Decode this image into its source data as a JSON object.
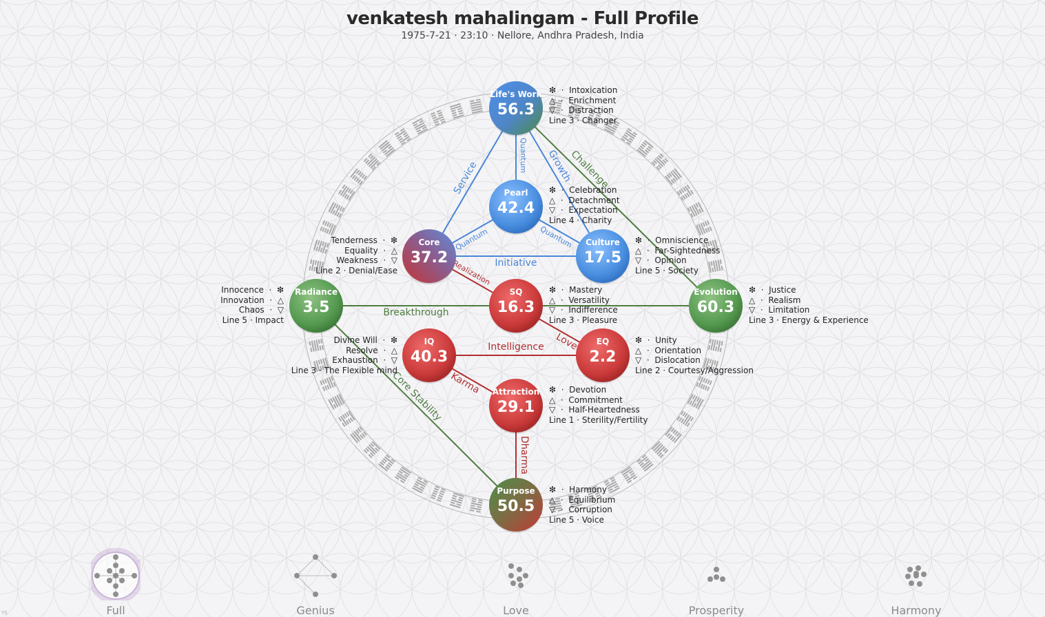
{
  "header": {
    "title": "venkatesh mahalingam - Full Profile",
    "subtitle": "1975-7-21 · 23:10 · Nellore, Andhra Pradesh, India"
  },
  "colors": {
    "blue": "#4a8fe0",
    "red": "#c43a3a",
    "green": "#4e8a4a",
    "blue_line": "#4a86d8",
    "red_line": "#b03030",
    "green_line": "#4e7d3f"
  },
  "nodes": [
    {
      "id": "lifes-work",
      "label": "Life's Work",
      "value": "56.3",
      "type": "blue-green"
    },
    {
      "id": "pearl",
      "label": "Pearl",
      "value": "42.4",
      "type": "blue"
    },
    {
      "id": "core",
      "label": "Core",
      "value": "37.2",
      "type": "blue-red"
    },
    {
      "id": "culture",
      "label": "Culture",
      "value": "17.5",
      "type": "blue"
    },
    {
      "id": "radiance",
      "label": "Radiance",
      "value": "3.5",
      "type": "green"
    },
    {
      "id": "sq",
      "label": "SQ",
      "value": "16.3",
      "type": "red"
    },
    {
      "id": "evolution",
      "label": "Evolution",
      "value": "60.3",
      "type": "green"
    },
    {
      "id": "iq",
      "label": "IQ",
      "value": "40.3",
      "type": "red"
    },
    {
      "id": "eq",
      "label": "EQ",
      "value": "2.2",
      "type": "red"
    },
    {
      "id": "attraction",
      "label": "Attraction",
      "value": "29.1",
      "type": "red"
    },
    {
      "id": "purpose",
      "label": "Purpose",
      "value": "50.5",
      "type": "green-red"
    }
  ],
  "connections": [
    {
      "label": "Service"
    },
    {
      "label": "Quantum"
    },
    {
      "label": "Growth"
    },
    {
      "label": "Challenge"
    },
    {
      "label": "Quantum"
    },
    {
      "label": "Quantum"
    },
    {
      "label": "Initiative"
    },
    {
      "label": "Realization"
    },
    {
      "label": "Breakthrough"
    },
    {
      "label": "Love"
    },
    {
      "label": "Intelligence"
    },
    {
      "label": "Karma"
    },
    {
      "label": "Core Stability"
    },
    {
      "label": "Dharma"
    }
  ],
  "info": {
    "lifes_work": {
      "gift": "Intoxication",
      "siddhi_up": "Enrichment",
      "shadow": "Distraction",
      "line": "Line 3 · Changer"
    },
    "pearl": {
      "gift": "Celebration",
      "siddhi_up": "Detachment",
      "shadow": "Expectation",
      "line": "Line 4 · Charity"
    },
    "core": {
      "gift": "Tenderness",
      "siddhi_up": "Equality",
      "shadow": "Weakness",
      "line": "Line 2 · Denial/Ease"
    },
    "culture": {
      "gift": "Omniscience",
      "siddhi_up": "Far-Sightedness",
      "shadow": "Opinion",
      "line": "Line 5 · Society"
    },
    "radiance": {
      "gift": "Innocence",
      "siddhi_up": "Innovation",
      "shadow": "Chaos",
      "line": "Line 5 · Impact"
    },
    "sq": {
      "gift": "Mastery",
      "siddhi_up": "Versatility",
      "shadow": "Indifference",
      "line": "Line 3 · Pleasure"
    },
    "evolution": {
      "gift": "Justice",
      "siddhi_up": "Realism",
      "shadow": "Limitation",
      "line": "Line 3 · Energy & Experience"
    },
    "iq": {
      "gift": "Divine Will",
      "siddhi_up": "Resolve",
      "shadow": "Exhaustion",
      "line": "Line 3 · The Flexible mind"
    },
    "eq": {
      "gift": "Unity",
      "siddhi_up": "Orientation",
      "shadow": "Dislocation",
      "line": "Line 2 · Courtesy/Aggression"
    },
    "attraction": {
      "gift": "Devotion",
      "siddhi_up": "Commitment",
      "shadow": "Half-Heartedness",
      "line": "Line 1 · Sterility/Fertility"
    },
    "purpose": {
      "gift": "Harmony",
      "siddhi_up": "Equilibrium",
      "shadow": "Corruption",
      "line": "Line 5 · Voice"
    }
  },
  "symbols": {
    "siddhi": "❇",
    "gift": "△",
    "shadow": "▽",
    "sep": "·"
  },
  "nav": [
    {
      "label": "Full",
      "active": true,
      "icon": "full-sequence-icon"
    },
    {
      "label": "Genius",
      "active": false,
      "icon": "genius-sequence-icon"
    },
    {
      "label": "Love",
      "active": false,
      "icon": "love-sequence-icon"
    },
    {
      "label": "Prosperity",
      "active": false,
      "icon": "prosperity-sequence-icon"
    },
    {
      "label": "Harmony",
      "active": false,
      "icon": "harmony-sequence-icon"
    }
  ],
  "watermark": "YS"
}
